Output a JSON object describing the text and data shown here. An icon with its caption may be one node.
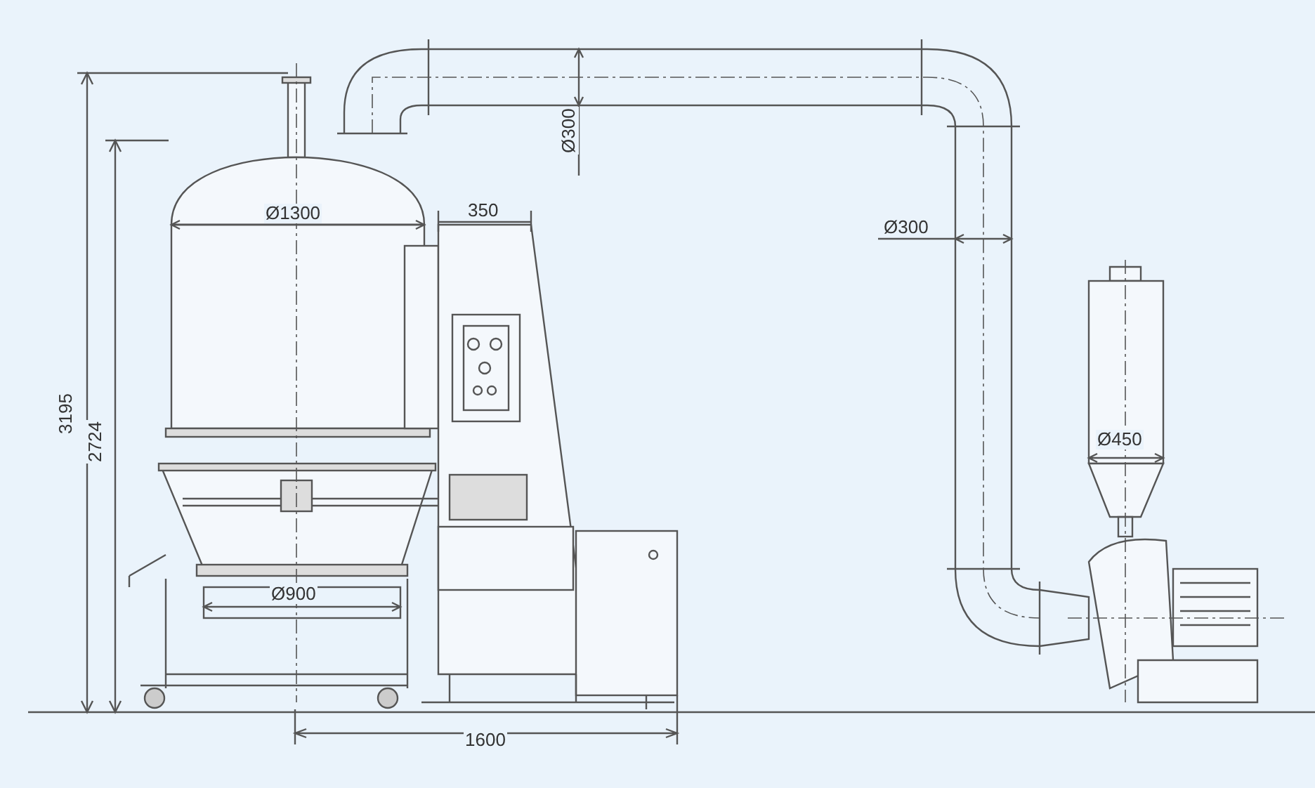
{
  "diagram": {
    "labels": [
      "Ø300",
      "Ø1300",
      "350",
      "Ø300",
      "3195",
      "2724",
      "Ø450",
      "Ø900",
      "1600"
    ]
  }
}
